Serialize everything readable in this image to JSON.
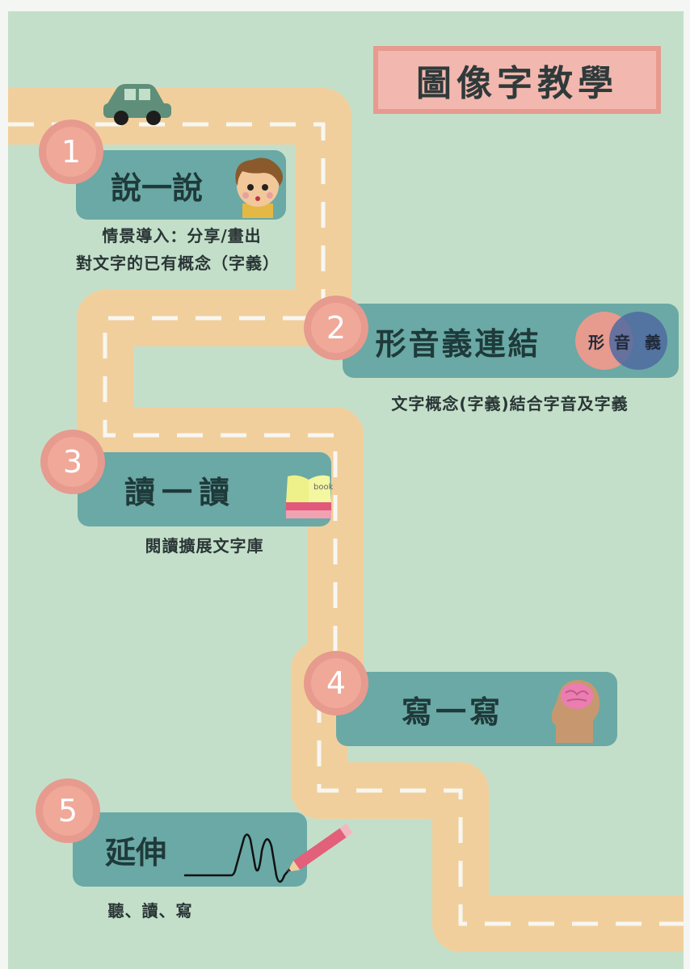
{
  "title": "圖像字教學",
  "steps": [
    {
      "number": "1",
      "label": "說一說",
      "caption_lines": [
        "情景導入：分享/畫出",
        "對文字的已有概念（字義）"
      ]
    },
    {
      "number": "2",
      "label": "形音義連結",
      "caption_lines": [
        "文字概念(字義)結合字音及字義"
      ],
      "venn": [
        "形",
        "音",
        "義"
      ]
    },
    {
      "number": "3",
      "label": "讀一讀",
      "caption_lines": [
        "閱讀擴展文字庫"
      ],
      "book_text": "book"
    },
    {
      "number": "4",
      "label": "寫一寫",
      "caption_lines": []
    },
    {
      "number": "5",
      "label": "延伸",
      "caption_lines": [
        "聽、讀、寫"
      ]
    }
  ],
  "colors": {
    "background": "#c4dfc9",
    "road": "#f1cf9c",
    "card": "#6aa9a5",
    "circle": "#f0a899",
    "title_box": "#f2b7ae",
    "car": "#5f8f7a"
  },
  "icons": [
    "car-icon",
    "boy-face-icon",
    "venn-diagram-icon",
    "book-icon",
    "brain-head-icon",
    "pencil-icon"
  ]
}
